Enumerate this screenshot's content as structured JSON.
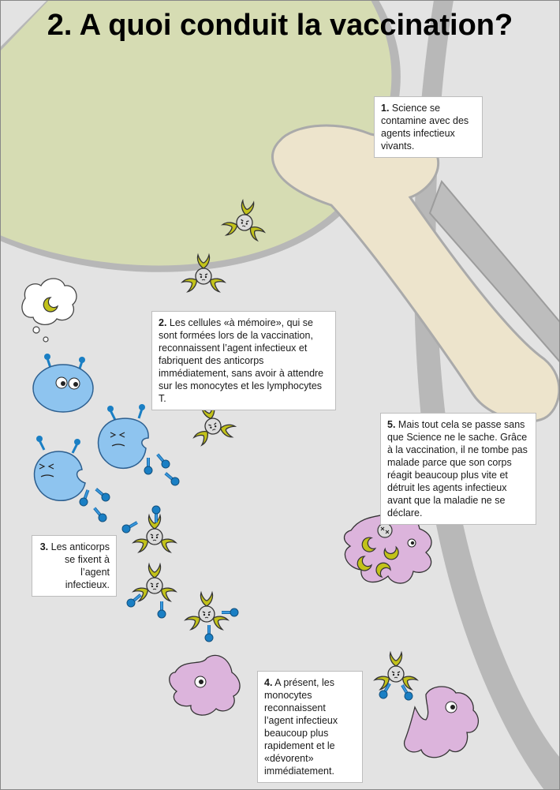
{
  "title": "2. A quoi conduit la vaccination?",
  "colors": {
    "background_gray": "#e3e3e3",
    "cell_green": "#d6dcb3",
    "bone_beige": "#ede4cc",
    "lymphocyte_blue": "#8ec4ef",
    "antibody_blue": "#1a7fc4",
    "agent_yellow": "#c2c21a",
    "monocyte_pink": "#dcb4dc"
  },
  "steps": [
    {
      "number": "1.",
      "text": "Science se contamine avec des agents infectieux vivants."
    },
    {
      "number": "2.",
      "text": "Les cellules «à mémoire», qui se sont formées lors de la vaccination, reconnaissent l’agent infectieux et fabriquent des anticorps immédiatement, sans avoir à attendre sur les monocytes et les lymphocytes T."
    },
    {
      "number": "3.",
      "text": "Les anticorps se fixent à l’agent infectieux."
    },
    {
      "number": "4.",
      "text": "A présent, les monocytes reconnaissent l’agent infectieux beaucoup plus rapidement et le «dévorent» immédiatement."
    },
    {
      "number": "5.",
      "text": "Mais tout cela se passe sans que Science ne le sache. Grâce à la vaccination, il ne tombe pas malade parce que son corps réagit beaucoup plus vite et détruit les agents infectieux avant que la maladie ne se déclare."
    }
  ]
}
